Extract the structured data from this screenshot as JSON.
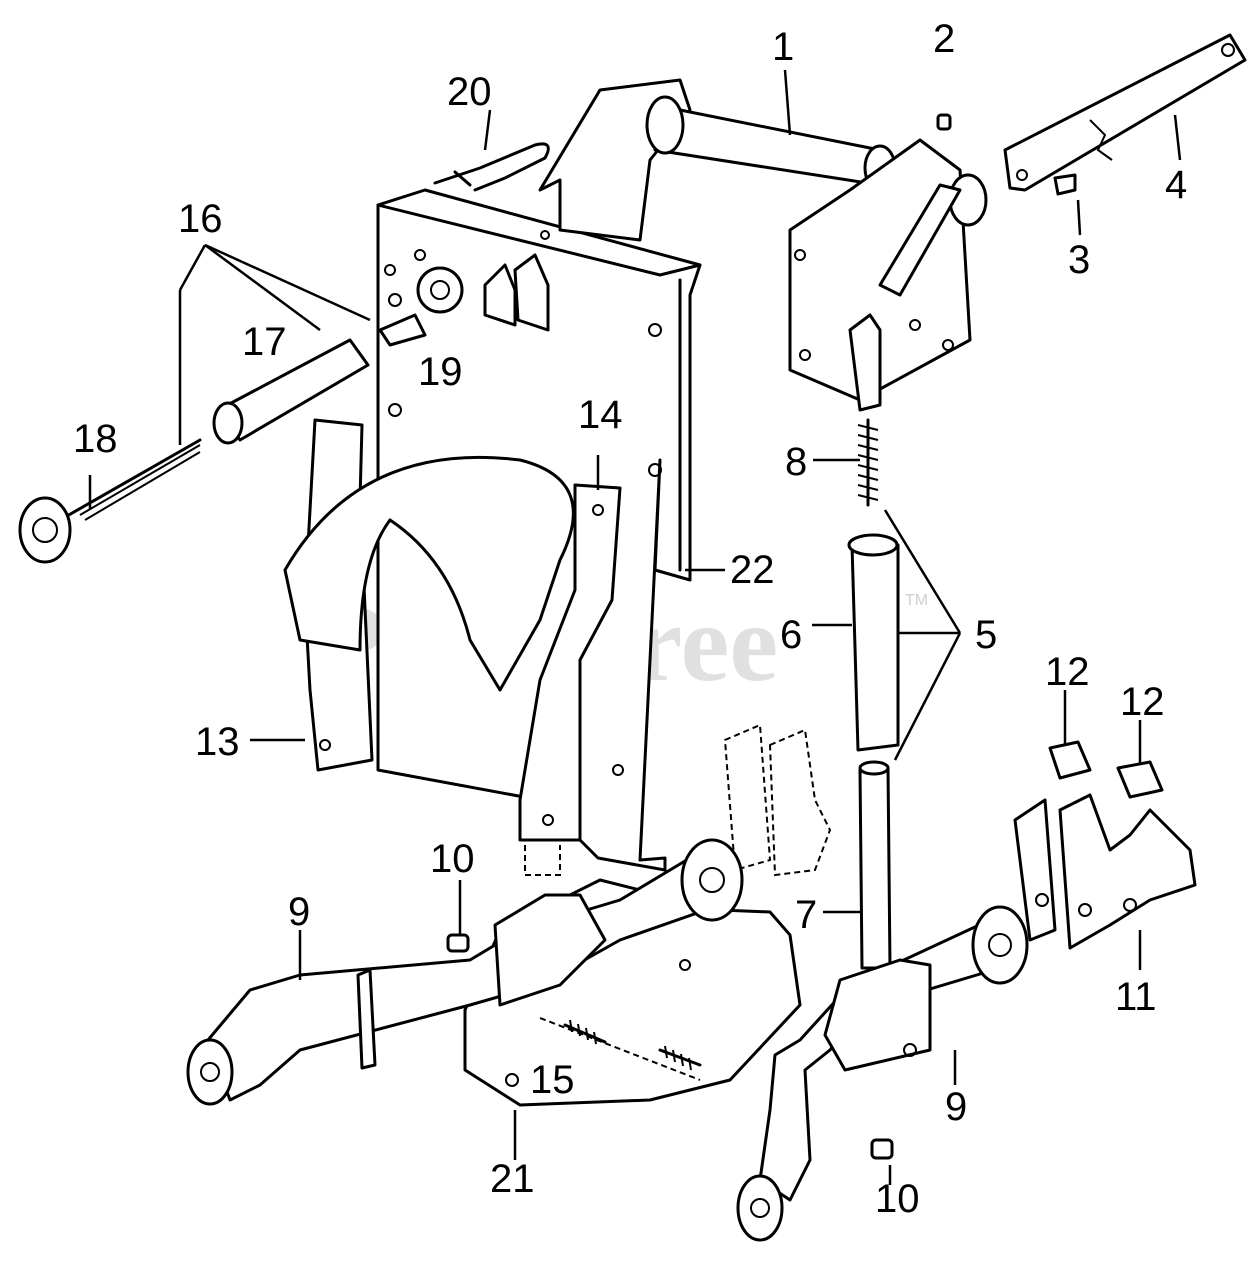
{
  "watermark": {
    "text": "PartsTree",
    "tm": "TM"
  },
  "callouts": [
    "1",
    "2",
    "3",
    "4",
    "5",
    "6",
    "7",
    "8",
    "9",
    "9",
    "10",
    "10",
    "11",
    "12",
    "12",
    "13",
    "14",
    "15",
    "16",
    "17",
    "18",
    "19",
    "20",
    "21",
    "22"
  ]
}
